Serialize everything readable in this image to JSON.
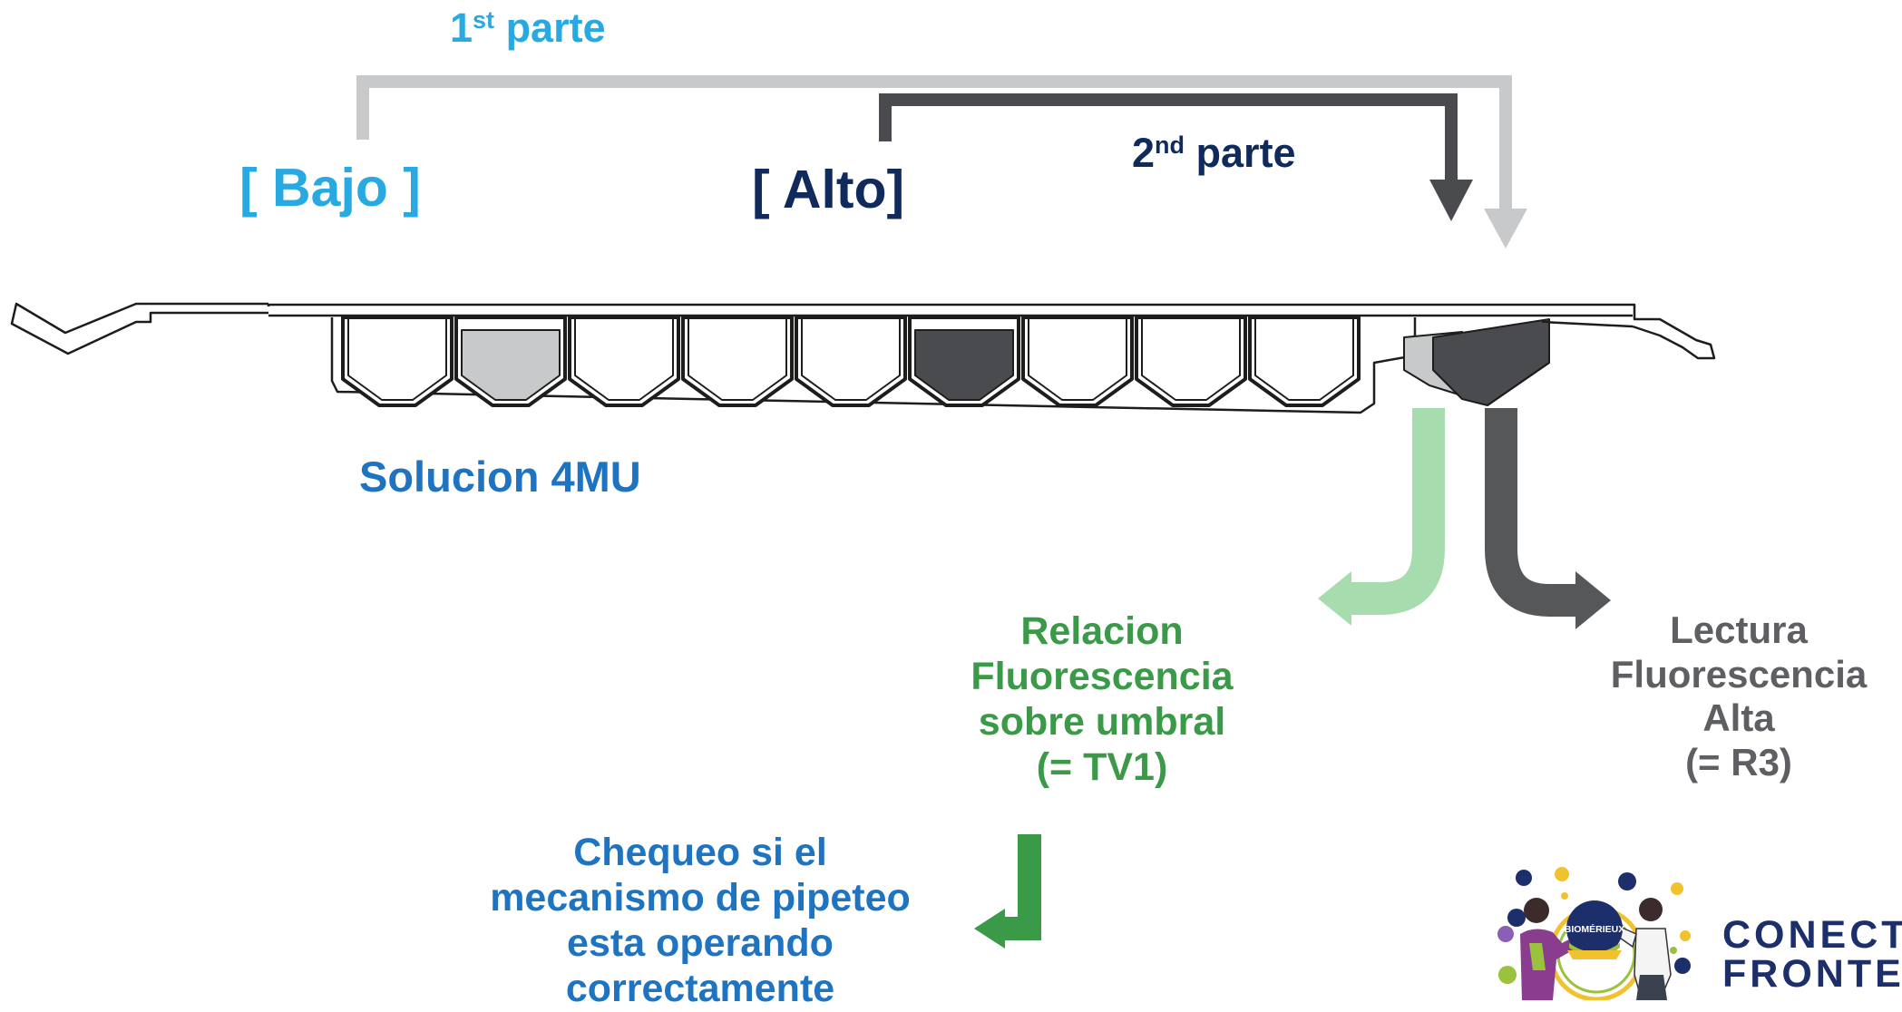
{
  "labels": {
    "first_part_num": "1",
    "first_part_sup": "st",
    "first_part_word": "parte",
    "second_part_num": "2",
    "second_part_sup": "nd",
    "second_part_word": "parte",
    "bajo": "[ Bajo ]",
    "alto": "[ Alto]",
    "solution": "Solucion 4MU"
  },
  "ratio_text": [
    "Relacion",
    "Fluorescencia",
    "sobre umbral",
    "(= TV1)"
  ],
  "reading_text": [
    "Lectura",
    "Fluorescencia",
    "Alta",
    "(= R3)"
  ],
  "check_text": [
    "Chequeo si el",
    "mecanismo de pipeteo",
    "esta operando",
    "correctamente"
  ],
  "logo": {
    "brand_badge": "BIOMÉRIEUX",
    "wordmark_line1": "CONECTA",
    "wordmark_line2": "FRONTE"
  },
  "colors": {
    "light_blue": "#29a9e1",
    "mid_blue": "#1f74c2",
    "navy": "#102a5c",
    "green": "#3a9a48",
    "light_green": "#a6dcae",
    "dark_gray": "#4a4b4e",
    "mid_gray": "#565759",
    "light_gray": "#c8c9cb",
    "text_gray": "#5d5f62",
    "logo_navy": "#1c2f6b"
  }
}
